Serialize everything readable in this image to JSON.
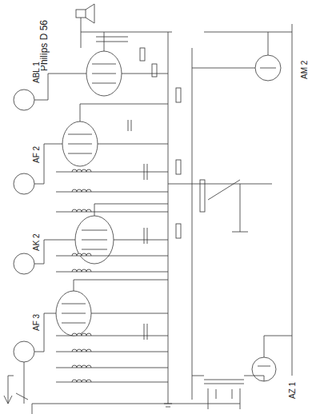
{
  "diagram": {
    "title": "Philips D 56",
    "labels": [
      "ABL 1",
      "AF 2",
      "AK 2",
      "AF 3",
      "AZ 1",
      "AM 2"
    ]
  }
}
